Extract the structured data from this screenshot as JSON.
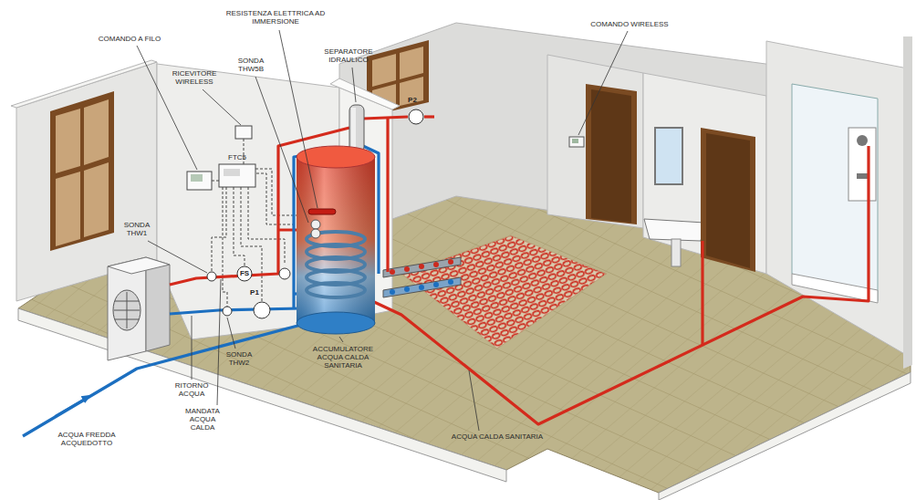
{
  "diagram": {
    "nodes": [
      {
        "text": [
          "FS"
        ]
      },
      {
        "text": [
          "P1"
        ]
      },
      {
        "text": [
          "P2"
        ]
      }
    ],
    "labels": [
      "COMANDO A FILO",
      "RICEVITORE WIRELESS",
      "FTC5",
      "SONDA THW5B",
      "RESISTENZA ELETTRICA AD IMMERSIONE",
      "SEPARATORE IDRAULICO",
      "COMANDO WIRELESS",
      "SONDA THW1",
      "SONDA THW2",
      "ACCUMULATORE ACQUA CALDA SANITARIA",
      "RITORNO ACQUA",
      "MANDATA ACQUA CALDA",
      "ACQUA FREDDA ACQUEDOTTO",
      "ACQUA CALDA SANITARIA"
    ]
  }
}
